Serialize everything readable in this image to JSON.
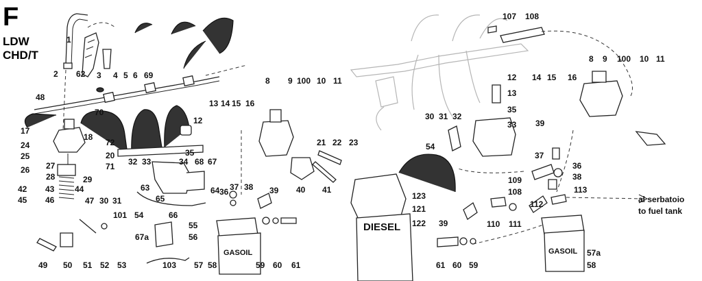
{
  "header": {
    "section_letter": "F",
    "model_line1": "LDW",
    "model_line2": "CHD/T"
  },
  "labels": {
    "l1": "1",
    "l2": "2",
    "l62": "62",
    "l3": "3",
    "l4": "4",
    "l5": "5",
    "l6": "6",
    "l69": "69",
    "l48": "48",
    "l17": "17",
    "l24": "24",
    "l25": "25",
    "l26": "26",
    "l27": "27",
    "l28": "28",
    "l29": "29",
    "l18": "18",
    "l72": "72",
    "l20": "20",
    "l71": "71",
    "l70": "70",
    "l42": "42",
    "l43": "43",
    "l44": "44",
    "l45": "45",
    "l46": "46",
    "l47": "47",
    "l30": "30",
    "l31": "31",
    "l32": "32",
    "l33": "33",
    "l34": "34",
    "l68": "68",
    "l67": "67",
    "l63": "63",
    "l65": "65",
    "l101": "101",
    "l54": "54",
    "l64": "64",
    "l66": "66",
    "l55": "55",
    "l56": "56",
    "l67a": "67a",
    "l103": "103",
    "l49": "49",
    "l50": "50",
    "l51": "51",
    "l52": "52",
    "l53": "53",
    "l57": "57",
    "l58": "58",
    "l36": "36",
    "l37": "37",
    "l38": "38",
    "l39": "39",
    "l59": "59",
    "l60": "60",
    "l61": "61",
    "l13": "13",
    "l14": "14",
    "l15": "15",
    "l16": "16",
    "l12": "12",
    "l35": "35",
    "l8": "8",
    "l9": "9",
    "l100": "100",
    "l10": "10",
    "l11": "11",
    "l21": "21",
    "l22": "22",
    "l23": "23",
    "l40": "40",
    "l41": "41",
    "r107": "107",
    "r108": "108",
    "r8": "8",
    "r9": "9",
    "r100": "100",
    "r10": "10",
    "r11": "11",
    "r12": "12",
    "r13": "13",
    "r14": "14",
    "r15": "15",
    "r16": "16",
    "r39": "39",
    "r30": "30",
    "r31": "31",
    "r32": "32",
    "r35": "35",
    "r33": "33",
    "r54": "54",
    "r37": "37",
    "r36": "36",
    "r38": "38",
    "r109": "109",
    "r108b": "108",
    "r113": "113",
    "r112": "112",
    "r110": "110",
    "r111": "111",
    "r123": "123",
    "r121": "121",
    "r122": "122",
    "r39b": "39",
    "r61": "61",
    "r60": "60",
    "r59": "59",
    "r57a": "57a",
    "r58": "58"
  },
  "markings": {
    "diesel": "DIESEL",
    "gasoil_left": "GASOIL",
    "gasoil_right": "GASOIL"
  },
  "notes": {
    "tank_it": "al serbatoio",
    "tank_en": "to fuel tank"
  }
}
